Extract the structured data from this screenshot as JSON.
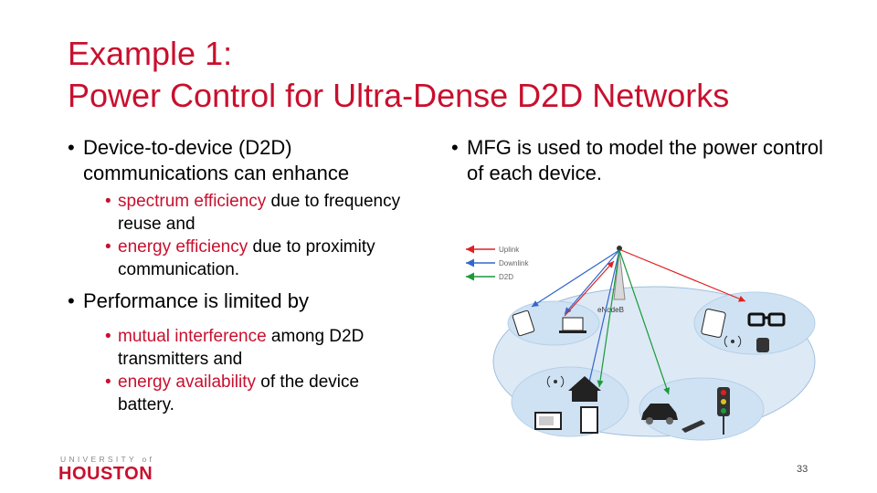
{
  "slide": {
    "title_line1": "Example 1:",
    "title_line2": "Power Control for Ultra-Dense D2D Networks",
    "left_bullet1": "Device-to-device (D2D) communications can enhance",
    "left_sub1": [
      {
        "red": "spectrum efficiency",
        "rest": " due to frequency reuse and"
      },
      {
        "red": "energy efficiency",
        "rest": " due to proximity communication."
      }
    ],
    "left_bullet2": "Performance is limited by",
    "left_sub2": [
      {
        "red": "mutual interference",
        "rest": " among D2D transmitters and"
      },
      {
        "red": "energy availability",
        "rest": " of the device battery."
      }
    ],
    "right_bullet": "MFG is used to model the power control of each device.",
    "page_number": "33"
  },
  "logo": {
    "small": "UNIVERSITY of",
    "big": "HOUSTON"
  },
  "diagram": {
    "legend": [
      "Uplink",
      "Downlink",
      "D2D"
    ],
    "station_label": "eNodeB",
    "colors": {
      "uplink": "#e02020",
      "downlink": "#3366cc",
      "d2d": "#1a9a3a",
      "cell": "#cfe2f3",
      "accent": "#c8102e"
    }
  }
}
